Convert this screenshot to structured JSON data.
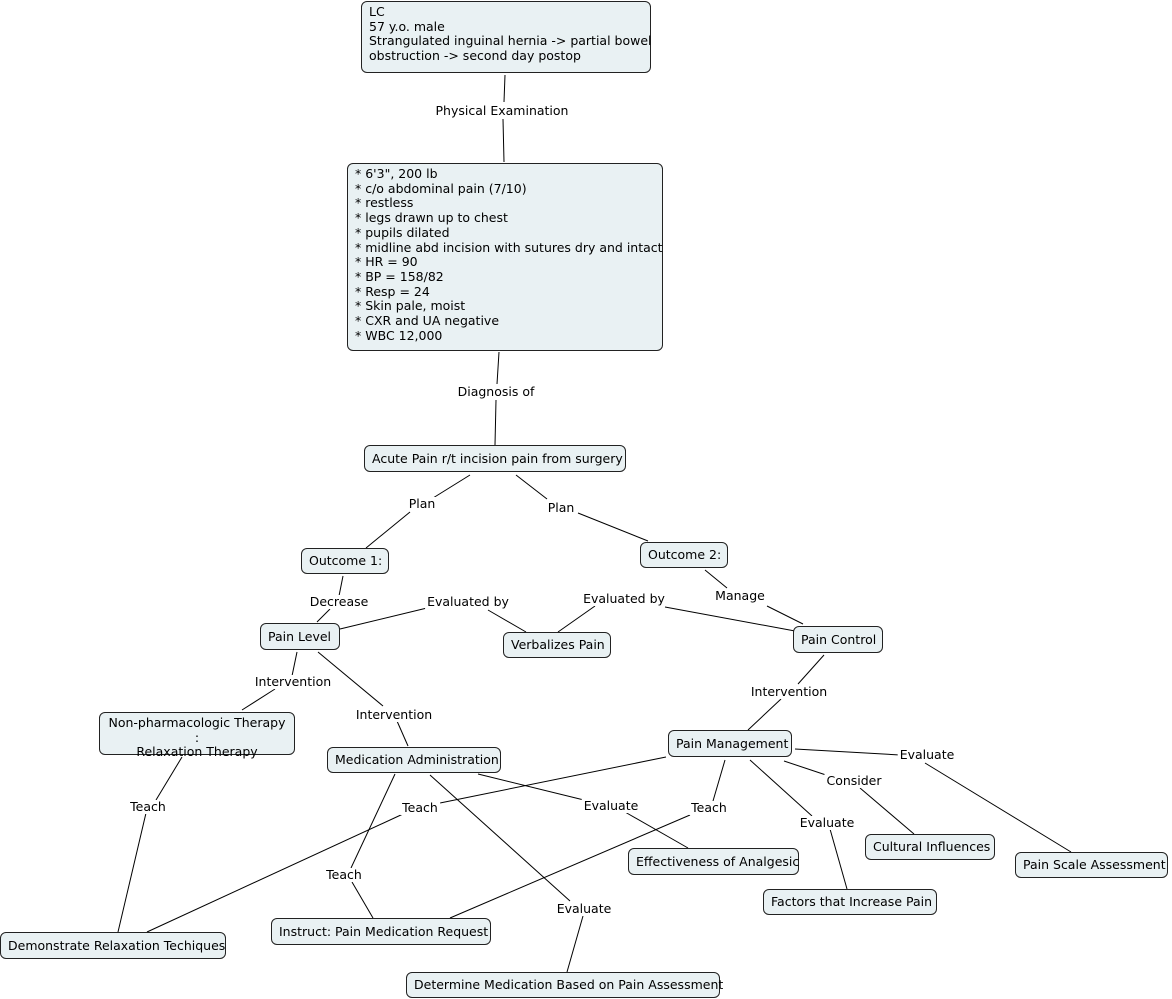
{
  "nodes": {
    "patient": [
      "LC",
      "57 y.o. male",
      "Strangulated inguinal hernia -> partial bowel",
      "obstruction -> second day postop"
    ],
    "exam": [
      "* 6'3\", 200 lb",
      "* c/o abdominal pain (7/10)",
      "* restless",
      "* legs drawn up to chest",
      "* pupils dilated",
      "* midline abd incision with sutures dry and intact",
      "* HR = 90",
      "* BP = 158/82",
      "* Resp = 24",
      "* Skin pale, moist",
      "* CXR and UA negative",
      "* WBC 12,000"
    ],
    "acute_pain": "Acute Pain r/t incision pain from surgery",
    "outcome1": "Outcome 1:",
    "outcome2": "Outcome 2:",
    "pain_level": "Pain Level",
    "verbalizes_pain": "Verbalizes Pain",
    "pain_control": "Pain Control",
    "non_pharm": [
      "Non-pharmacologic Therapy :",
      "Relaxation Therapy"
    ],
    "med_admin": "Medication Administration",
    "pain_mgmt": "Pain Management",
    "effectiveness": "Effectiveness of Analgesic",
    "cultural": "Cultural Influences",
    "pain_scale": "Pain Scale Assessment",
    "factors": "Factors that Increase Pain",
    "demonstrate": "Demonstrate Relaxation Techiques",
    "instruct": "Instruct: Pain Medication Request",
    "determine": "Determine Medication Based on Pain Assessment"
  },
  "links": {
    "physical_exam": "Physical Examination",
    "diagnosis_of": "Diagnosis of",
    "plan_left": "Plan",
    "plan_right": "Plan",
    "decrease": "Decrease",
    "evaluated_by_1": "Evaluated by",
    "evaluated_by_2": "Evaluated by",
    "manage": "Manage",
    "intervention_1": "Intervention",
    "intervention_2": "Intervention",
    "intervention_3": "Intervention",
    "teach_1": "Teach",
    "teach_2": "Teach",
    "teach_3": "Teach",
    "teach_4": "Teach",
    "evaluate_1": "Evaluate",
    "evaluate_2": "Evaluate",
    "evaluate_3": "Evaluate",
    "evaluate_4": "Evaluate",
    "consider": "Consider"
  }
}
